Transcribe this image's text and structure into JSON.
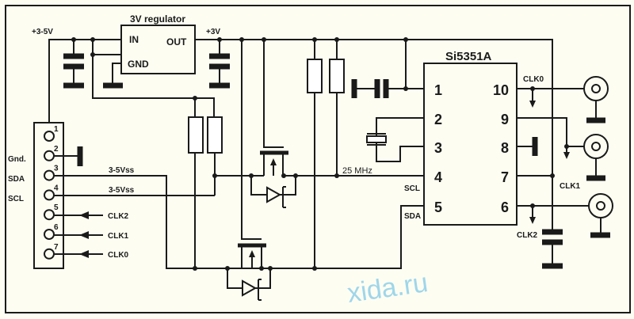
{
  "regulator": {
    "title": "3V regulator",
    "in": "IN",
    "out": "OUT",
    "gnd": "GND"
  },
  "rails": {
    "input": "+3-5V",
    "output": "+3V"
  },
  "chip": {
    "name": "Si5351A",
    "left_pins": [
      "1",
      "2",
      "3",
      "4",
      "5"
    ],
    "right_pins": [
      "10",
      "9",
      "8",
      "7",
      "6"
    ],
    "scl": "SCL",
    "sda": "SDA"
  },
  "crystal": {
    "label": "25 MHz"
  },
  "connector": {
    "pins": [
      "1",
      "2",
      "3",
      "4",
      "5",
      "6",
      "7"
    ],
    "labels": {
      "gnd": "Gnd.",
      "sda": "SDA",
      "scl": "SCL"
    },
    "inputs": [
      "CLK2",
      "CLK1",
      "CLK0"
    ]
  },
  "lines": {
    "sda": "3-5Vss",
    "scl": "3-5Vss"
  },
  "outputs": [
    "CLK0",
    "CLK1",
    "CLK2"
  ],
  "watermark": "xida.ru",
  "colors": {
    "background": "#fdfdf2",
    "ink": "#1a1a1a",
    "watermark": "#9fd6ea"
  }
}
